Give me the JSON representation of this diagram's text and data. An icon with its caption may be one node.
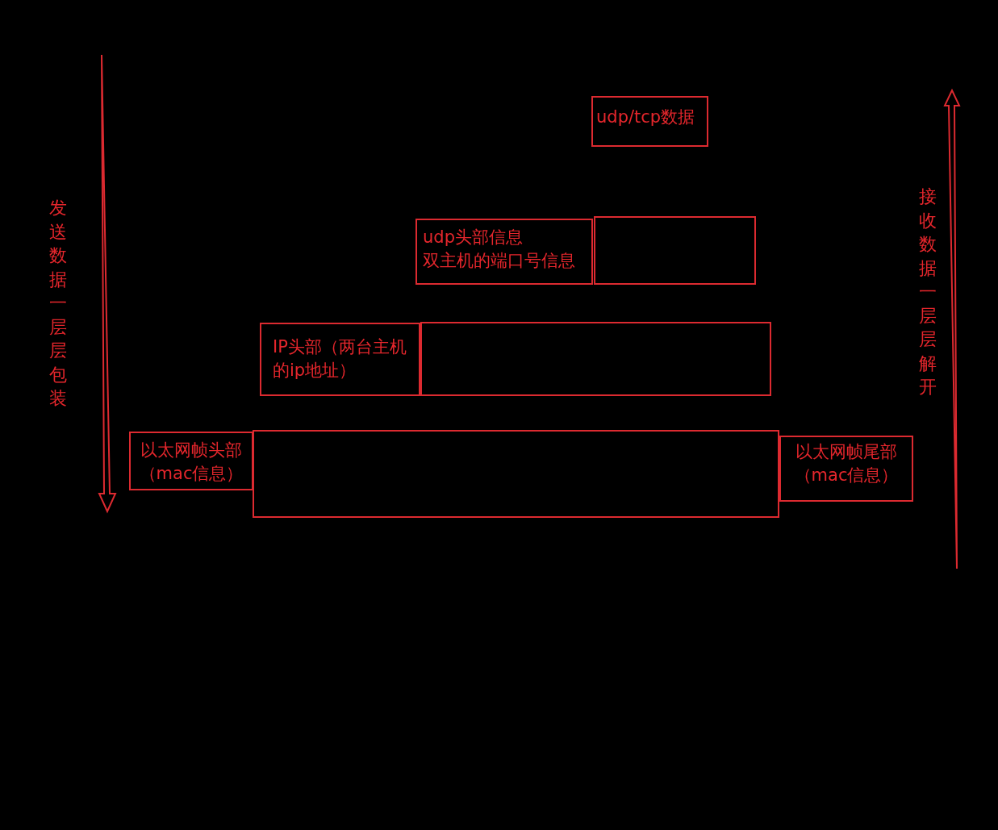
{
  "diagram": {
    "nodes": [
      {
        "text": [
          "udp/tcp数据"
        ]
      },
      {
        "text": [
          "udp头部信息",
          "双主机的端口号信息"
        ]
      },
      {
        "text": [],
        "shape": "box"
      },
      {
        "text": [
          "IP头部（两台主机的ip地址）"
        ]
      },
      {
        "text": [],
        "shape": "box"
      },
      {
        "text": [
          "以太网帧头部（mac信息）"
        ]
      },
      {
        "text": [],
        "shape": "box"
      },
      {
        "text": [
          "以太网帧尾部（mac信息）"
        ]
      }
    ],
    "labels": [
      "发送数据一层层包装",
      "接收数据一层层解开"
    ]
  }
}
